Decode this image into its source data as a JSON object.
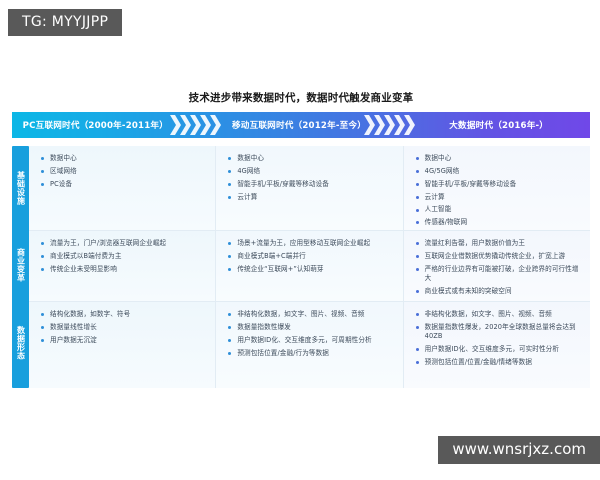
{
  "watermarks": {
    "tg": "TG: MYYJJPP",
    "site": "www.wnsrjxz.com"
  },
  "headline": "技术进步带来数据时代，数据时代触发商业变革",
  "colors": {
    "bar_start": "#0bb7e6",
    "bar_mid": "#3b7ee2",
    "bar_end": "#7048e8",
    "rail": "#189fdd",
    "bullet": "#2f8fd8",
    "cell_bg": "#f4f9fd",
    "watermark_bg": "#595959"
  },
  "eras": [
    {
      "label": "PC互联网时代（2000年-2011年）"
    },
    {
      "label": "移动互联网时代（2012年-至今）"
    },
    {
      "label": "大数据时代（2016年-）"
    }
  ],
  "rows": [
    {
      "label": "基础设施",
      "cells": [
        {
          "items": [
            "数据中心",
            "区域网络",
            "PC设备"
          ]
        },
        {
          "items": [
            "数据中心",
            "4G网络",
            "智能手机/平板/穿戴等移动设备",
            "云计算"
          ]
        },
        {
          "items": [
            "数据中心",
            "4G/5G网络",
            "智能手机/平板/穿戴等移动设备",
            "云计算",
            "人工智能",
            "传感器/物联网"
          ]
        }
      ]
    },
    {
      "label": "商业变革",
      "cells": [
        {
          "items": [
            "流量为王，门户/浏览器互联网企业崛起",
            "商业模式以B端付费为主",
            "传统企业未受明显影响"
          ]
        },
        {
          "items": [
            "场景+流量为王，应用型移动互联网企业崛起",
            "商业模式B端+C端并行",
            "传统企业“互联网+”认知萌芽"
          ]
        },
        {
          "items": [
            "流量红利告罄，用户数据价值为王",
            "互联网企业借数据优势撬动传统企业，扩宽上游",
            "严格的行业边界有可能被打破，企业跨界的可行性增大",
            "商业模式或有未知的突破空间"
          ]
        }
      ]
    },
    {
      "label": "数据形态",
      "cells": [
        {
          "items": [
            "结构化数据，如数字、符号",
            "数据量线性增长",
            "用户数据无沉淀"
          ]
        },
        {
          "items": [
            "非结构化数据，如文字、图片、视频、音频",
            "数据量指数性爆发",
            "用户数据ID化、交互维度多元，可周期性分析",
            "预测包括位置/金融/行为等数据"
          ]
        },
        {
          "items": [
            "非结构化数据，如文字、图片、视频、音频",
            "数据量指数性爆发，2020年全球数据总量将会达到40ZB",
            "用户数据ID化、交互维度多元，可实时性分析",
            "预测包括位置/位置/金融/情绪等数据"
          ]
        }
      ]
    }
  ]
}
